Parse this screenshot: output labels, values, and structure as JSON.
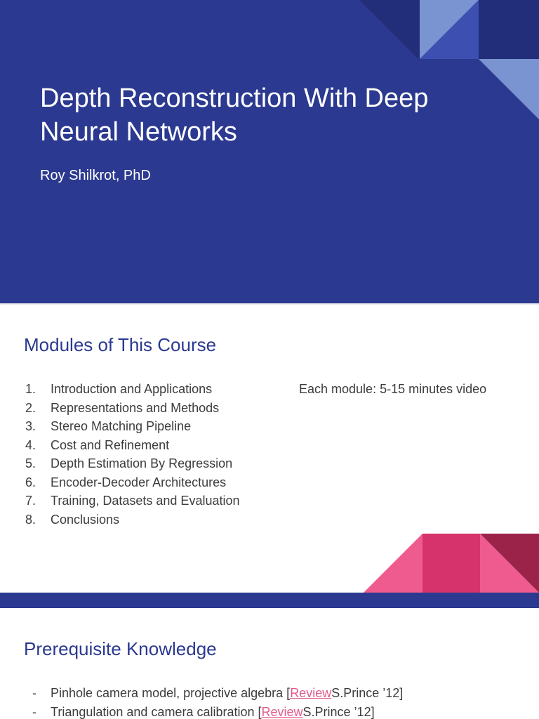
{
  "title_slide": {
    "title": "Depth Reconstruction With Deep Neural Networks",
    "author": "Roy Shilkrot, PhD"
  },
  "modules_slide": {
    "heading": "Modules of This Course",
    "items": [
      {
        "num": "1.",
        "text": "Introduction and Applications"
      },
      {
        "num": "2.",
        "text": "Representations and Methods"
      },
      {
        "num": "3.",
        "text": "Stereo Matching Pipeline"
      },
      {
        "num": "4.",
        "text": "Cost and Refinement"
      },
      {
        "num": "5.",
        "text": "Depth Estimation By Regression"
      },
      {
        "num": "6.",
        "text": "Encoder-Decoder Architectures"
      },
      {
        "num": "7.",
        "text": "Training, Datasets and Evaluation"
      },
      {
        "num": "8.",
        "text": "Conclusions"
      }
    ],
    "note": "Each module: 5-15 minutes video"
  },
  "prereq_slide": {
    "heading": "Prerequisite Knowledge",
    "items": [
      {
        "bullet": "-",
        "text": "Pinhole camera model, projective algebra [",
        "link": "Review",
        "suffix": " S.Prince ’12]"
      },
      {
        "bullet": "-",
        "text": "Triangulation and camera calibration [",
        "link": "Review",
        "suffix": " S.Prince ’12]"
      }
    ]
  },
  "colors": {
    "navy": "#2b3990",
    "deep_navy": "#232e7a",
    "light_blue": "#7a93d1",
    "mid_blue": "#3d4fb0",
    "pink": "#ef5b8e",
    "rose": "#d6336c",
    "plum": "#9b2349",
    "heading_blue": "#2b3990",
    "link_pink": "#e05a8b",
    "body_text": "#3c3c3c"
  }
}
